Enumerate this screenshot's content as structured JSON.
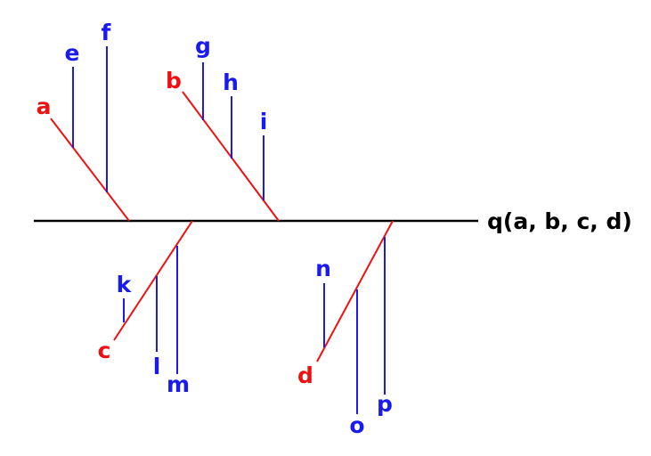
{
  "diagram": {
    "effect": "q(a, b, c, d)",
    "causes": {
      "a": {
        "label": "a",
        "subcauses": [
          "e",
          "f"
        ]
      },
      "b": {
        "label": "b",
        "subcauses": [
          "g",
          "h",
          "i"
        ]
      },
      "c": {
        "label": "c",
        "subcauses": [
          "k",
          "l",
          "m"
        ]
      },
      "d": {
        "label": "d",
        "subcauses": [
          "n",
          "o",
          "p"
        ]
      }
    },
    "colors": {
      "effect": "#000000",
      "cause": "#ee1111",
      "subcause": "#1a1aee"
    }
  }
}
